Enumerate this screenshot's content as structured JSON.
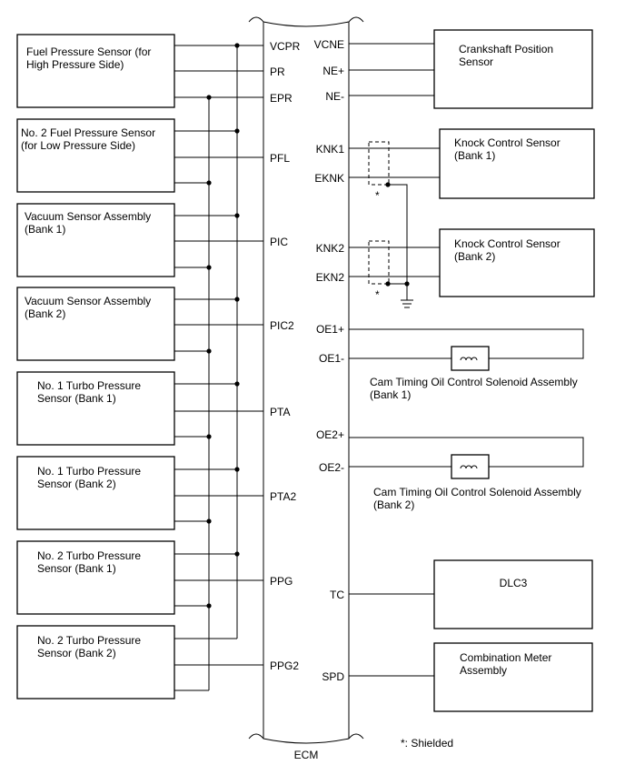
{
  "ecm": {
    "label": "ECM",
    "left_pins": [
      "VCPR",
      "PR",
      "EPR",
      "PFL",
      "PIC",
      "PIC2",
      "PTA",
      "PTA2",
      "PPG",
      "PPG2"
    ],
    "right_pins": [
      "VCNE",
      "NE+",
      "NE-",
      "KNK1",
      "EKNK",
      "KNK2",
      "EKN2",
      "OE1+",
      "OE1-",
      "OE2+",
      "OE2-",
      "TC",
      "SPD"
    ]
  },
  "left_components": [
    {
      "lines": [
        "Fuel Pressure Sensor (for",
        "High Pressure Side)"
      ]
    },
    {
      "lines": [
        "No. 2 Fuel Pressure Sensor",
        "(for Low Pressure Side)"
      ]
    },
    {
      "lines": [
        "Vacuum Sensor Assembly",
        "(Bank 1)"
      ]
    },
    {
      "lines": [
        "Vacuum Sensor Assembly",
        "(Bank 2)"
      ]
    },
    {
      "lines": [
        "No. 1 Turbo Pressure",
        "Sensor (Bank 1)"
      ]
    },
    {
      "lines": [
        "No. 1 Turbo Pressure",
        "Sensor (Bank 2)"
      ]
    },
    {
      "lines": [
        "No. 2 Turbo Pressure",
        "Sensor (Bank 1)"
      ]
    },
    {
      "lines": [
        "No. 2 Turbo Pressure",
        "Sensor (Bank 2)"
      ]
    }
  ],
  "right_components": [
    {
      "lines": [
        "Crankshaft Position",
        "Sensor"
      ]
    },
    {
      "lines": [
        "Knock Control Sensor",
        "(Bank 1)"
      ]
    },
    {
      "lines": [
        "Knock Control Sensor",
        "(Bank 2)"
      ]
    },
    {
      "lines": [
        "Cam Timing Oil Control Solenoid Assembly",
        "(Bank 1)"
      ]
    },
    {
      "lines": [
        "Cam Timing Oil Control Solenoid Assembly",
        "(Bank 2)"
      ]
    },
    {
      "lines": [
        "DLC3"
      ]
    },
    {
      "lines": [
        "Combination Meter",
        "Assembly"
      ]
    }
  ],
  "shield_mark": "*",
  "footnote": "*: Shielded"
}
